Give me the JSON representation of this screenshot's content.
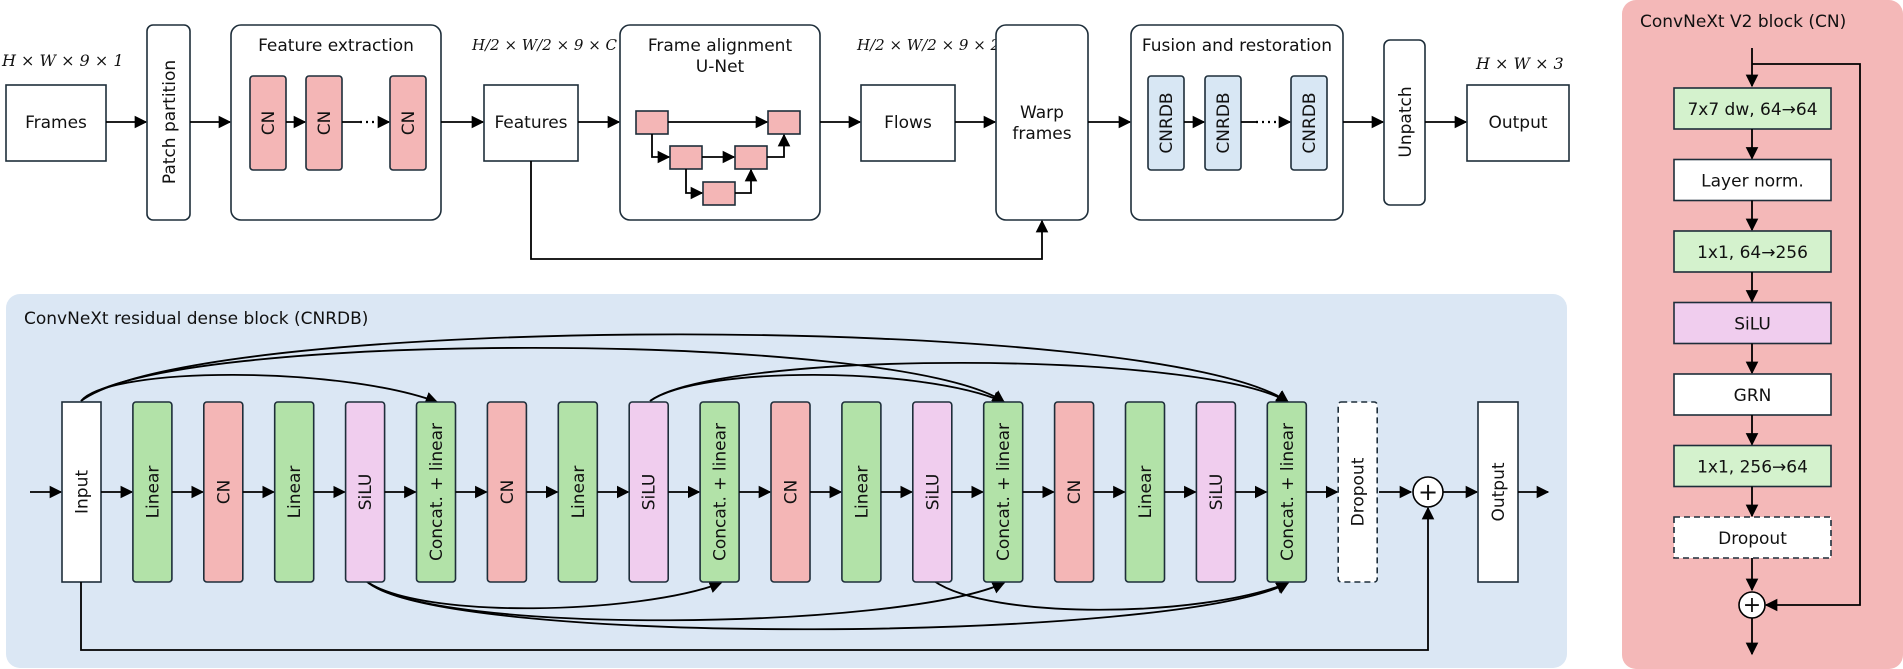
{
  "colors": {
    "cn_red": "#f4b6b6",
    "linear_green": "#b2e2a8",
    "silu_pink": "#f0cdee",
    "cnrdb_blue": "#d8e7f4",
    "cnrdb_panel": "#dbe7f4",
    "cn_panel": "#f4b8b8",
    "green_light": "#d4f2cd",
    "stroke": "#1e2e3a"
  },
  "top": {
    "input_dim": "H × W × 9 × 1",
    "frames": "Frames",
    "patch_partition": "Patch partition",
    "feature_extraction": "Feature extraction",
    "cn": "CN",
    "features_dim": "H/2 × W/2 × 9 × C",
    "features": "Features",
    "frame_alignment_line1": "Frame alignment",
    "frame_alignment_line2": "U-Net",
    "flows_dim": "H/2 × W/2 × 9 × 2",
    "flows": "Flows",
    "warp_line1": "Warp",
    "warp_line2": "frames",
    "fusion": "Fusion and restoration",
    "cnrdb": "CNRDB",
    "unpatch": "Unpatch",
    "output_dim": "H × W × 3",
    "output": "Output"
  },
  "cnrdb_block": {
    "title": "ConvNeXt residual dense block (CNRDB)",
    "layers": [
      "Input",
      "Linear",
      "CN",
      "Linear",
      "SiLU",
      "Concat. + linear",
      "CN",
      "Linear",
      "SiLU",
      "Concat. + linear",
      "CN",
      "Linear",
      "SiLU",
      "Concat. + linear",
      "CN",
      "Linear",
      "SiLU",
      "Concat. + linear",
      "Dropout"
    ],
    "plus": "+",
    "output": "Output"
  },
  "cn_block": {
    "title": "ConvNeXt V2 block (CN)",
    "layers": [
      "7x7 dw, 64→64",
      "Layer norm.",
      "1x1, 64→256",
      "SiLU",
      "GRN",
      "1x1, 256→64",
      "Dropout"
    ],
    "plus": "+"
  }
}
